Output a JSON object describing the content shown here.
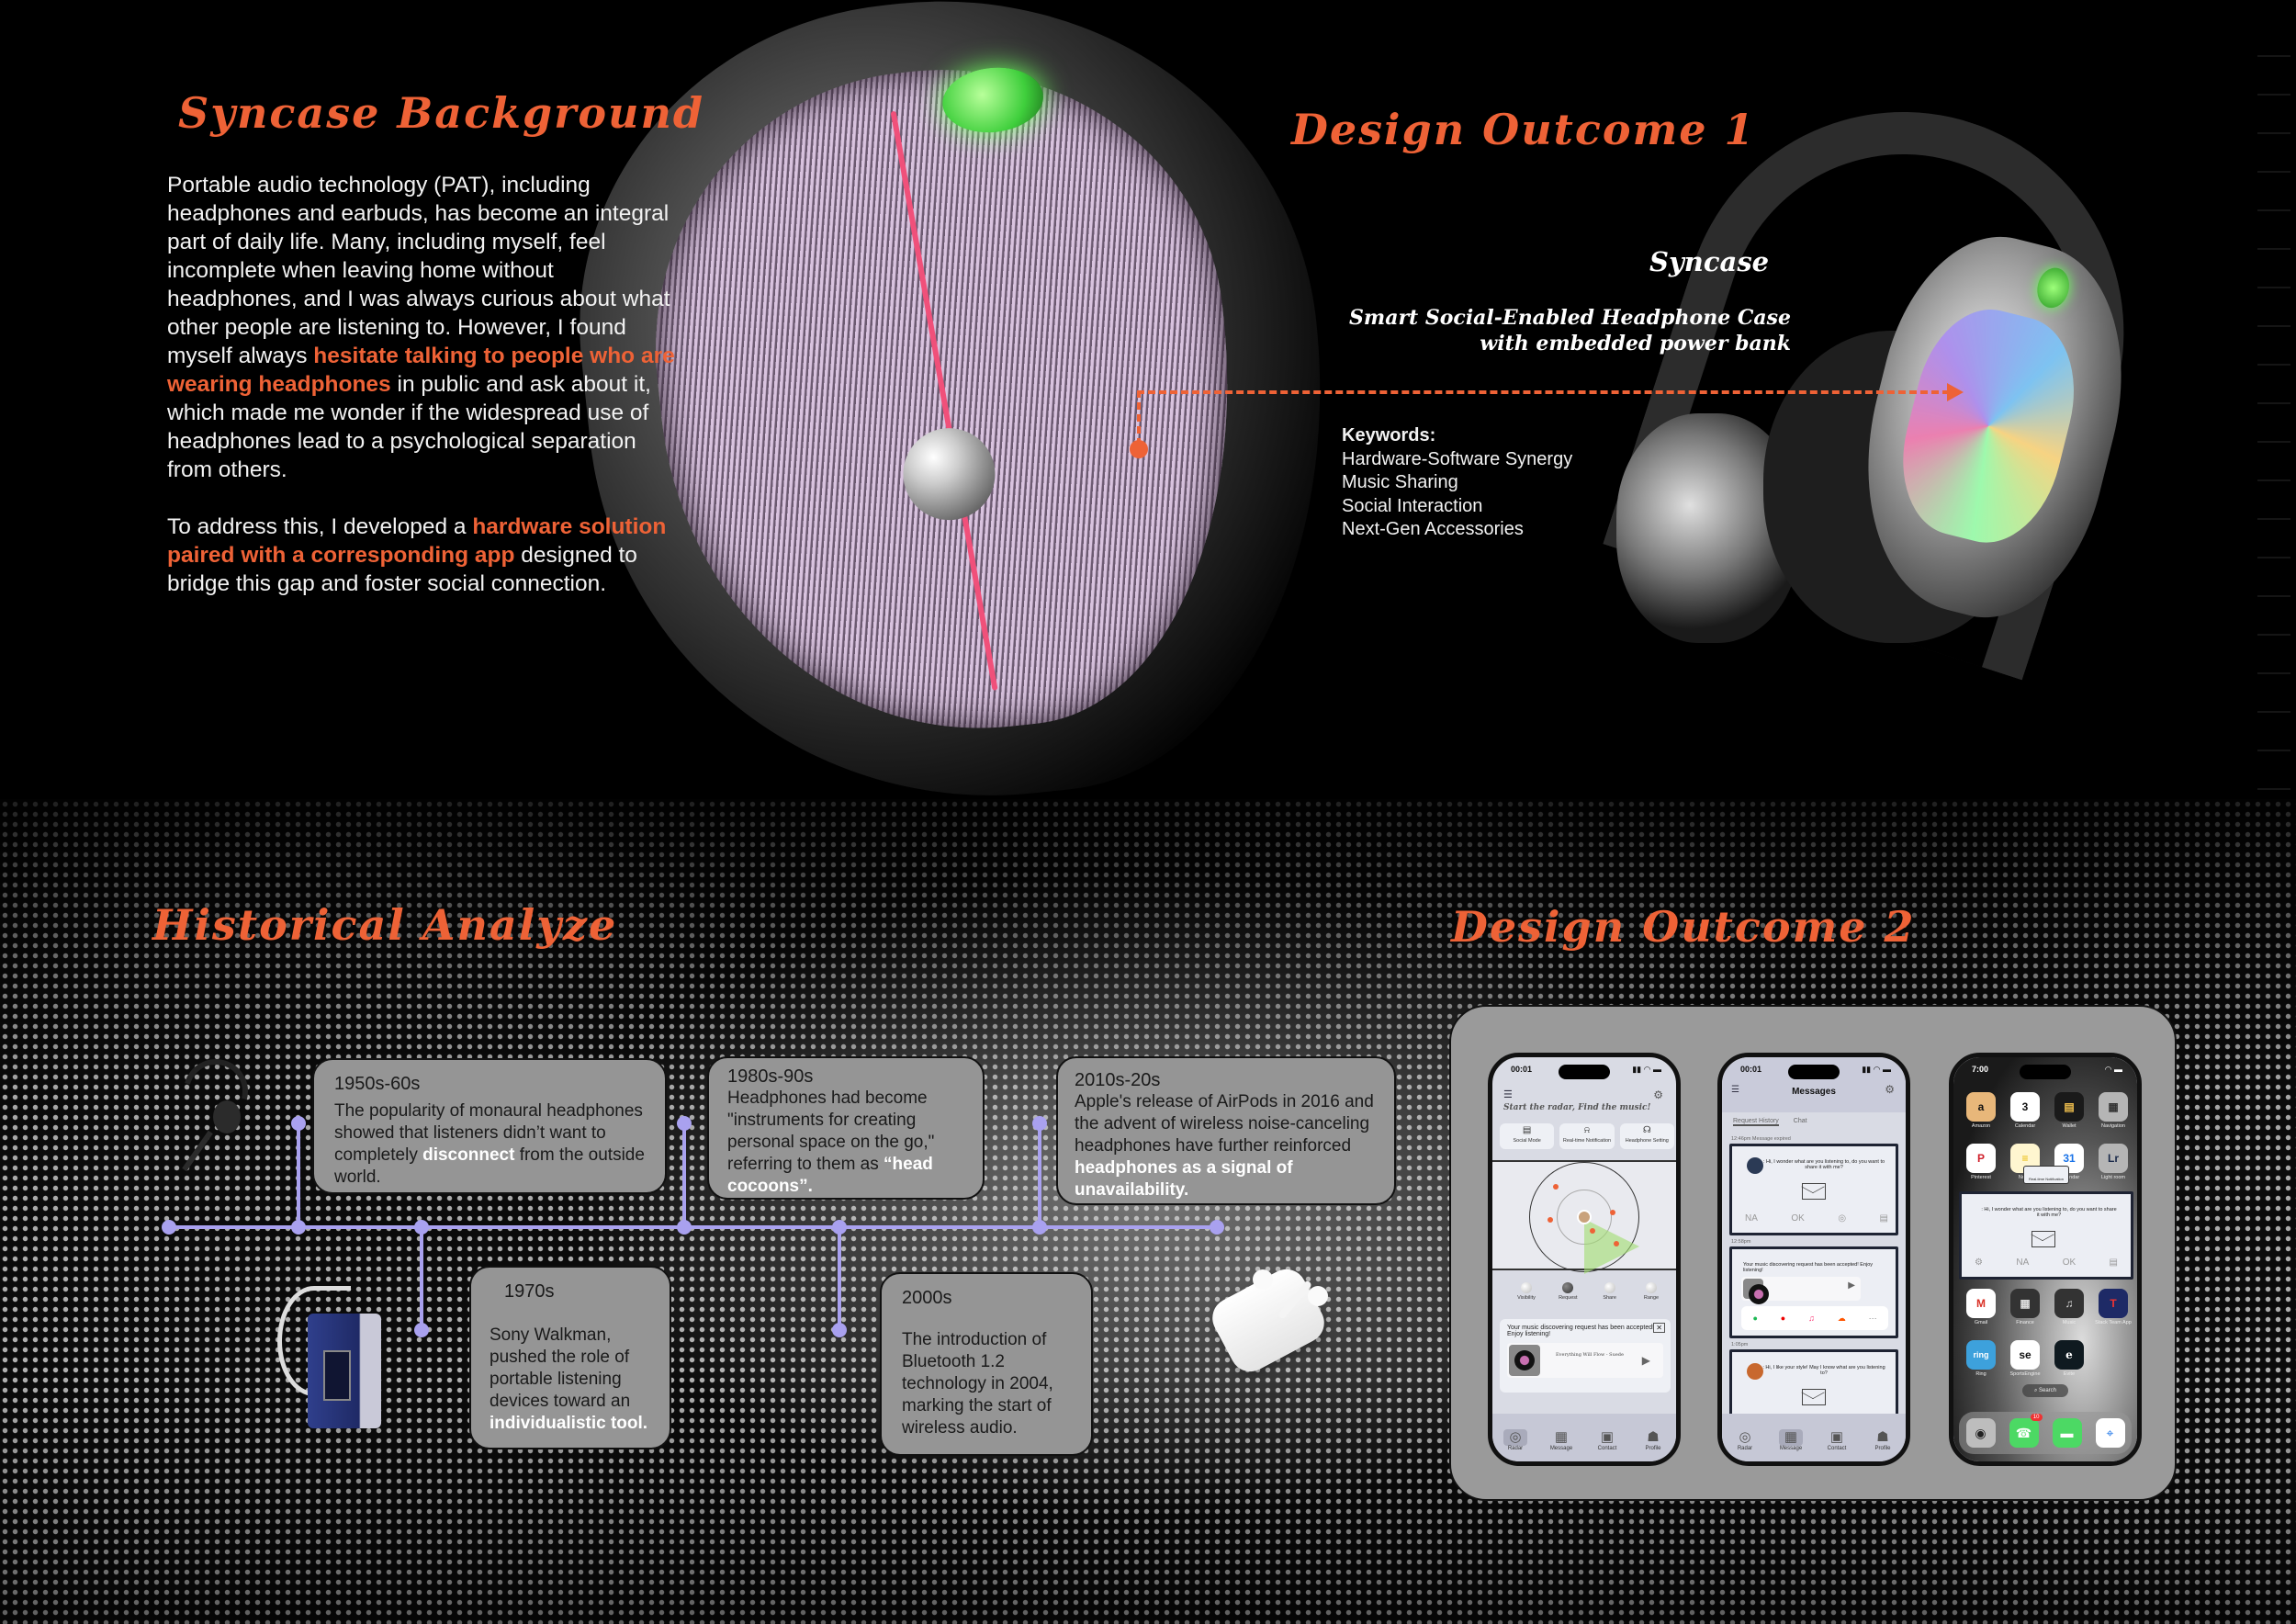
{
  "background_section": {
    "title": "Syncase Background",
    "paragraph1": [
      {
        "text": "Portable audio technology (PAT), including headphones and earbuds, has become an integral part of daily life. Many, including myself, feel incomplete when leaving home without headphones, and I was always curious about what other people are listening to. However,  I found myself always ",
        "highlight": false
      },
      {
        "text": "hesitate talking to people who are wearing headphones",
        "highlight": true
      },
      {
        "text": " in public and ask about it, which made me wonder if the widespread use of headphones lead to a psychological separation from others.",
        "highlight": false
      }
    ],
    "paragraph2": [
      {
        "text": "To address this, I developed a ",
        "highlight": false
      },
      {
        "text": "hardware solution paired with a corresponding app",
        "highlight": true
      },
      {
        "text": " designed to bridge this gap and foster social connection.",
        "highlight": false
      }
    ]
  },
  "design_outcome_1": {
    "title": "Design Outcome 1",
    "product_name": "Syncase",
    "product_desc_line1": "Smart Social-Enabled Headphone Case",
    "product_desc_line2": "with embedded power bank",
    "keywords_title": "Keywords:",
    "keywords": [
      "Hardware-Software Synergy",
      "Music Sharing",
      "Social Interaction",
      "Next-Gen Accessories"
    ]
  },
  "historical": {
    "title": "Historical Analyze",
    "eras": [
      {
        "era": "1950s-60s",
        "text": "The popularity of monaural headphones  showed that listeners didn’t want to completely ",
        "highlight": "disconnect",
        "after": " from the outside world."
      },
      {
        "era": "1970s",
        "text": "Sony Walkman, pushed the role of portable listening devices toward an ",
        "highlight": "individualistic tool.",
        "after": ""
      },
      {
        "era": "1980s-90s",
        "text": "Headphones had become \"instruments for creating personal space on the go,\" referring to them as ",
        "highlight": "“head cocoons”.",
        "after": ""
      },
      {
        "era": "2000s",
        "text": "The introduction of Bluetooth 1.2 technology in 2004, marking the start of wireless audio.",
        "highlight": "",
        "after": ""
      },
      {
        "era": "2010s-20s",
        "text": "Apple's release of AirPods in 2016 and the advent of wireless noise-canceling headphones have further reinforced ",
        "highlight": "headphones as a signal of unavailability.",
        "after": ""
      }
    ]
  },
  "design_outcome_2": {
    "title": "Design Outcome 2",
    "phone1": {
      "time": "00:01",
      "headline": "Start the radar, Find the music!",
      "modes": [
        {
          "icon": "▤",
          "label": "Social  Mode"
        },
        {
          "icon": "⍾",
          "label": "Real-time Notification"
        },
        {
          "icon": "☊",
          "label": "Headphone Setting"
        }
      ],
      "toggles": [
        {
          "label": "Visibility",
          "active": false
        },
        {
          "label": "Request",
          "active": true
        },
        {
          "label": "Share",
          "active": false
        },
        {
          "label": "Range",
          "active": false
        }
      ],
      "notice": "Your music discovering request has been accepted! Enjoy listening!",
      "song": "Everything Will Flow - Suede",
      "tabs": [
        {
          "icon": "◎",
          "label": "Radar",
          "active": true
        },
        {
          "icon": "▦",
          "label": "Message",
          "active": false
        },
        {
          "icon": "▣",
          "label": "Contact",
          "active": false
        },
        {
          "icon": "☗",
          "label": "Profile",
          "active": false
        }
      ]
    },
    "phone2": {
      "time": "00:01",
      "title": "Messages",
      "subtabs": [
        "Request History",
        "Chat"
      ],
      "messages": [
        {
          "time": "12:46pm    Message expired",
          "text": ": Hi, I wonder what are you listening to, do you want to share it with me?"
        },
        {
          "time": "12:58pm",
          "text": "Your music discovering request has been accepted! Enjoy listening!"
        },
        {
          "time": "1:05pm",
          "text": ": Hi, I like your style! May I know what are you listening to?"
        }
      ],
      "actions": [
        "NA",
        "OK",
        "◎",
        "▤"
      ],
      "tabs": [
        {
          "icon": "◎",
          "label": "Radar",
          "active": false
        },
        {
          "icon": "▦",
          "label": "Message",
          "active": true
        },
        {
          "icon": "▣",
          "label": "Contact",
          "active": false
        },
        {
          "icon": "☗",
          "label": "Profile",
          "active": false
        }
      ]
    },
    "phone3": {
      "time": "7:00",
      "popup": "Real-time Notification",
      "message": ": Hi, I wonder what are you listening to, do you want to share it with me?",
      "apps_top": [
        {
          "label": "Amazon",
          "glyph": "a",
          "bg": "#e8b77a",
          "fg": "#111"
        },
        {
          "label": "Calendar",
          "glyph": "3",
          "bg": "#ffffff",
          "fg": "#111"
        },
        {
          "label": "Wallet",
          "glyph": "▤",
          "bg": "#1a1a1a",
          "fg": "#f2c14e"
        },
        {
          "label": "Navigation",
          "glyph": "▦",
          "bg": "#b5b5b5",
          "fg": "#333"
        },
        {
          "label": "Pinterest",
          "glyph": "P",
          "bg": "#ffffff",
          "fg": "#d0202b"
        },
        {
          "label": "Notes",
          "glyph": "≡",
          "bg": "#fff6d0",
          "fg": "#e8b800"
        },
        {
          "label": "Calendar",
          "glyph": "31",
          "bg": "#ffffff",
          "fg": "#1a73e8"
        },
        {
          "label": "Light room",
          "glyph": "Lr",
          "bg": "#b5b5b5",
          "fg": "#1a2a4a"
        }
      ],
      "apps_bottom": [
        {
          "label": "Gmail",
          "glyph": "M",
          "bg": "#ffffff",
          "fg": "#d93025"
        },
        {
          "label": "Finance",
          "glyph": "▦",
          "bg": "#333333",
          "fg": "#ddd"
        },
        {
          "label": "Music",
          "glyph": "♫",
          "bg": "#333333",
          "fg": "#ddd"
        },
        {
          "label": "Stack Team App",
          "glyph": "T",
          "bg": "#1e2a66",
          "fg": "#e33"
        },
        {
          "label": "Ring",
          "glyph": "ring",
          "bg": "#3da1dc",
          "fg": "#fff"
        },
        {
          "label": "SportsEngine",
          "glyph": "se",
          "bg": "#ffffff",
          "fg": "#111"
        },
        {
          "label": "Evite",
          "glyph": "e",
          "bg": "#0f1a20",
          "fg": "#fff"
        }
      ],
      "search": "⌕ Search",
      "dock": [
        {
          "name": "camera",
          "glyph": "◉",
          "bg": "#bdbdbd",
          "fg": "#222",
          "badge": ""
        },
        {
          "name": "phone",
          "glyph": "☎",
          "bg": "#4cd964",
          "fg": "#fff",
          "badge": "10"
        },
        {
          "name": "messages",
          "glyph": "▬",
          "bg": "#4cd964",
          "fg": "#fff",
          "badge": ""
        },
        {
          "name": "safari",
          "glyph": "⌖",
          "bg": "#ffffff",
          "fg": "#1a73e8",
          "badge": ""
        }
      ]
    }
  },
  "colors": {
    "accent_orange": "#ee6236",
    "timeline_purple": "#a9a1ef",
    "card_gray": "#959595"
  }
}
